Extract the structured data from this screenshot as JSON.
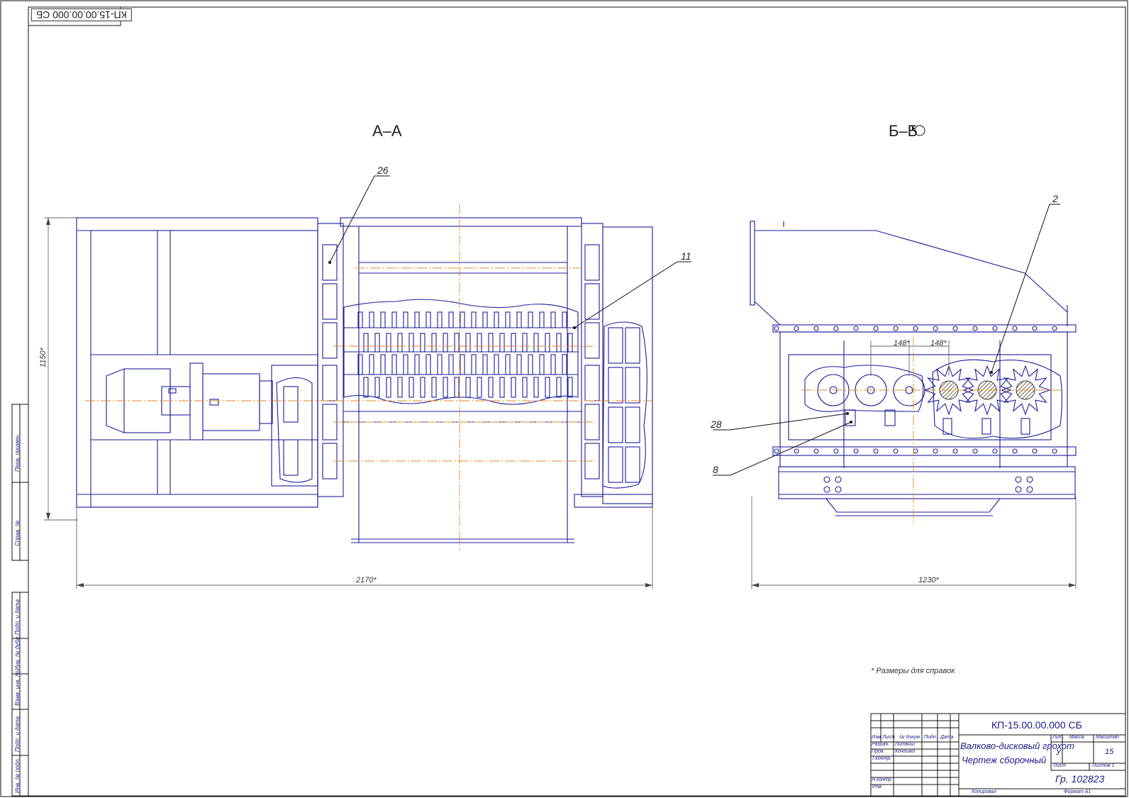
{
  "drawing": {
    "corner_code": "КП-15.00.00.000 СБ",
    "views": {
      "section_a": "А–А",
      "section_b": "Б–Б"
    },
    "dimensions": {
      "height": "1150*",
      "width_a": "2170*",
      "width_b": "1230*",
      "pitch_1": "148*",
      "pitch_2": "148*"
    },
    "positions": {
      "p26": "26",
      "p11": "11",
      "p2": "2",
      "p28": "28",
      "p8": "8"
    },
    "note": "* Размеры для справок",
    "side_stamps": [
      "Перв. примен.",
      "Справ. №",
      "Подп. и дата",
      "Инв. № дубл.",
      "Взам. инв. №",
      "Подп. и дата",
      "Инв. № подл."
    ]
  },
  "title_block": {
    "code": "КП-15.00.00.000 СБ",
    "name_line1": "Валково-дисковый грохот",
    "name_line2": "Чертеж сборочный",
    "cols": {
      "izm": "Изм.",
      "list": "Лист",
      "doc": "№ докум.",
      "sign": "Подп.",
      "date": "Дата"
    },
    "rows": {
      "razrab": "Разраб.",
      "prov": "Пров.",
      "tkontr": "Т.контр.",
      "nkontr": "Н.контр.",
      "utv": "Утв."
    },
    "names": {
      "razrab": "Литвиш",
      "prov": "Кочешко"
    },
    "lit_header": "Лит.",
    "mass_header": "Масса",
    "scale_header": "Масштаб",
    "lit_value": "У",
    "scale_value": "15",
    "sheet_label": "Лист",
    "sheets_label": "Листов 1",
    "group": "Гр. 102823",
    "copied": "Копировал",
    "format": "Формат А1"
  }
}
